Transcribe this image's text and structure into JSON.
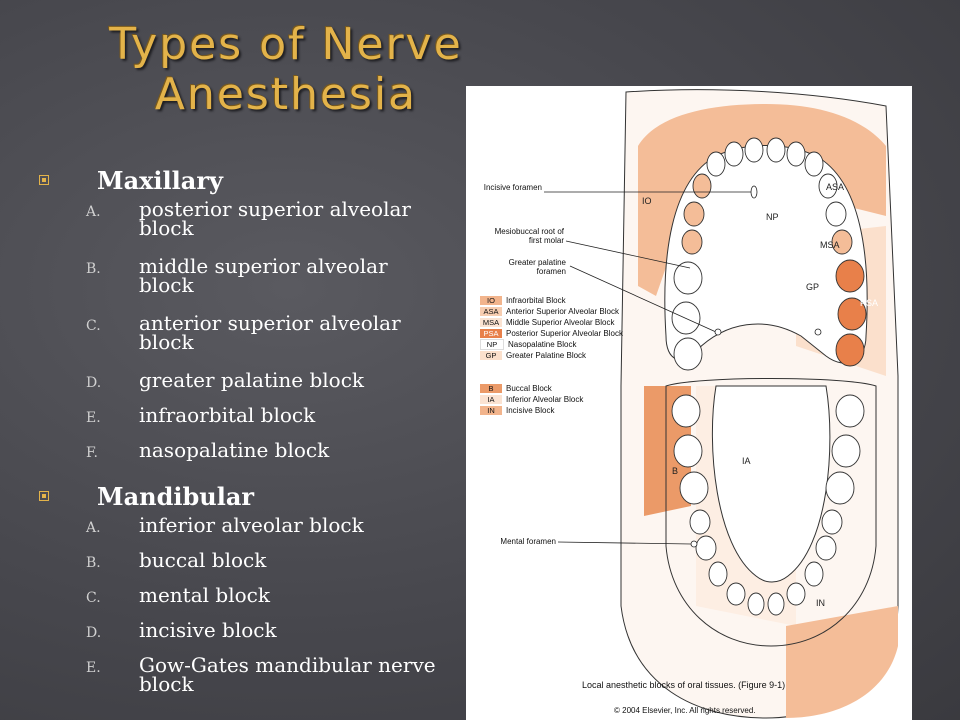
{
  "slide": {
    "title": "Types of Nerve Anesthesia"
  },
  "outline": {
    "maxillary": {
      "label": "Maxillary",
      "items": [
        {
          "marker": "A.",
          "text": "posterior superior alveolar block"
        },
        {
          "marker": "B.",
          "text": "middle superior alveolar block"
        },
        {
          "marker": "C.",
          "text": "anterior superior alveolar block"
        },
        {
          "marker": "D.",
          "text": "greater palatine block"
        },
        {
          "marker": "E.",
          "text": "infraorbital block"
        },
        {
          "marker": "F.",
          "text": "nasopalatine block"
        }
      ]
    },
    "mandibular": {
      "label": "Mandibular",
      "items": [
        {
          "marker": "A.",
          "text": "inferior alveolar block"
        },
        {
          "marker": "B.",
          "text": "buccal block"
        },
        {
          "marker": "C.",
          "text": "mental block"
        },
        {
          "marker": "D.",
          "text": "incisive block"
        },
        {
          "marker": "E.",
          "text": "Gow-Gates mandibular nerve block"
        }
      ]
    }
  },
  "figure": {
    "callouts": {
      "incisive_foramen": "Incisive foramen",
      "mesiobuccal": "Mesiobuccal root of first molar",
      "greater_palatine": "Greater palatine foramen",
      "mental_foramen": "Mental foramen"
    },
    "legend_upper": [
      {
        "code": "IO",
        "name": "Infraorbital Block",
        "color": "#f2b48c"
      },
      {
        "code": "ASA",
        "name": "Anterior Superior Alveolar Block",
        "color": "#f7cdb0"
      },
      {
        "code": "MSA",
        "name": "Middle Superior Alveolar Block",
        "color": "#fbe3d2"
      },
      {
        "code": "PSA",
        "name": "Posterior Superior Alveolar Block",
        "color": "#e8804a"
      },
      {
        "code": "NP",
        "name": "Nasopalatine Block",
        "color": "#ffffff"
      },
      {
        "code": "GP",
        "name": "Greater Palatine Block",
        "color": "#fbe0cc"
      }
    ],
    "legend_lower": [
      {
        "code": "B",
        "name": "Buccal Block",
        "color": "#eb9a68"
      },
      {
        "code": "IA",
        "name": "Inferior Alveolar Block",
        "color": "#fbe3d2"
      },
      {
        "code": "IN",
        "name": "Incisive Block",
        "color": "#f2b48c"
      }
    ],
    "zones": {
      "io": "IO",
      "asa": "ASA",
      "np": "NP",
      "msa": "MSA",
      "gp": "GP",
      "psa": "PSA",
      "ia": "IA",
      "b": "B",
      "in": "IN"
    },
    "caption": "Local anesthetic blocks of oral tissues. (Figure 9-1)",
    "copyright": "© 2004 Elsevier, Inc. All rights reserved."
  }
}
